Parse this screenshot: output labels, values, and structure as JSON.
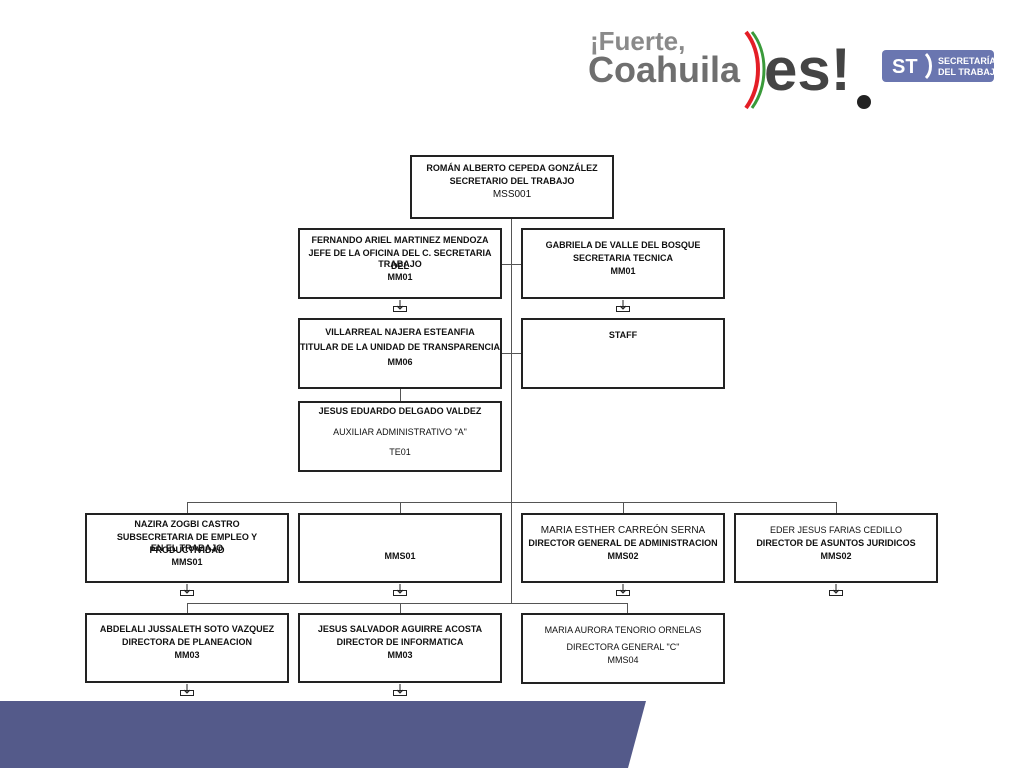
{
  "logo": {
    "text_fuerte": "¡Fuerte,",
    "text_coahuila": "Coahuila",
    "text_es": "es!",
    "text_st": "ST",
    "text_secretaria": "SECRETARÍA",
    "text_del_trabajo": "DEL TRABAJO"
  },
  "chart": {
    "root": {
      "name": "ROMÁN ALBERTO CEPEDA GONZÁLEZ",
      "title": "SECRETARIO DEL TRABAJO",
      "code": "MSS001"
    },
    "fernando": {
      "name": "FERNANDO ARIEL MARTINEZ MENDOZA",
      "title1": "JEFE DE LA OFICINA DEL C. SECRETARIA DEL",
      "title2": "TRABAJO",
      "code": "MM01"
    },
    "gabriela": {
      "name": "GABRIELA DE VALLE DEL BOSQUE",
      "title": "SECRETARIA TECNICA",
      "code": "MM01"
    },
    "villarreal": {
      "name": "VILLARREAL NAJERA ESTEANFIA",
      "title": "TITULAR DE LA UNIDAD DE TRANSPARENCIA",
      "code": "MM06"
    },
    "staff": {
      "label": "STAFF"
    },
    "jesus_eduardo": {
      "name": "JESUS EDUARDO DELGADO VALDEZ",
      "title": "AUXILIAR ADMINISTRATIVO \"A\"",
      "code": "TE01"
    },
    "nazira": {
      "name": "NAZIRA ZOGBI CASTRO",
      "title1": "SUBSECRETARIA DE EMPLEO Y PRODUCTIVIDAD",
      "title2": "EN EL TRABAJO",
      "code": "MMS01"
    },
    "vacant": {
      "code": "MMS01"
    },
    "maria_esther": {
      "name": "MARIA ESTHER CARREÓN SERNA",
      "title": "DIRECTOR GENERAL DE ADMINISTRACION",
      "code": "MMS02"
    },
    "eder": {
      "name": "EDER JESUS FARIAS CEDILLO",
      "title": "DIRECTOR DE ASUNTOS JURIDICOS",
      "code": "MMS02"
    },
    "abdelali": {
      "name": "ABDELALI JUSSALETH SOTO VAZQUEZ",
      "title": "DIRECTORA DE PLANEACION",
      "code": "MM03"
    },
    "jesus_salvador": {
      "name": "JESUS SALVADOR AGUIRRE ACOSTA",
      "title": "DIRECTOR DE INFORMATICA",
      "code": "MM03"
    },
    "maria_aurora": {
      "name": "MARIA AURORA TENORIO ORNELAS",
      "title": "DIRECTORA GENERAL \"C\"",
      "code": "MMS04"
    }
  },
  "colors": {
    "footer": "#545a8a",
    "logo_gray": "#8a8a8a",
    "logo_dark": "#555555",
    "accent_red": "#e41e26",
    "accent_green": "#3a9a3a",
    "st_blue": "#6a76b0"
  },
  "icons": {
    "expand": "expand-subtree-icon"
  }
}
